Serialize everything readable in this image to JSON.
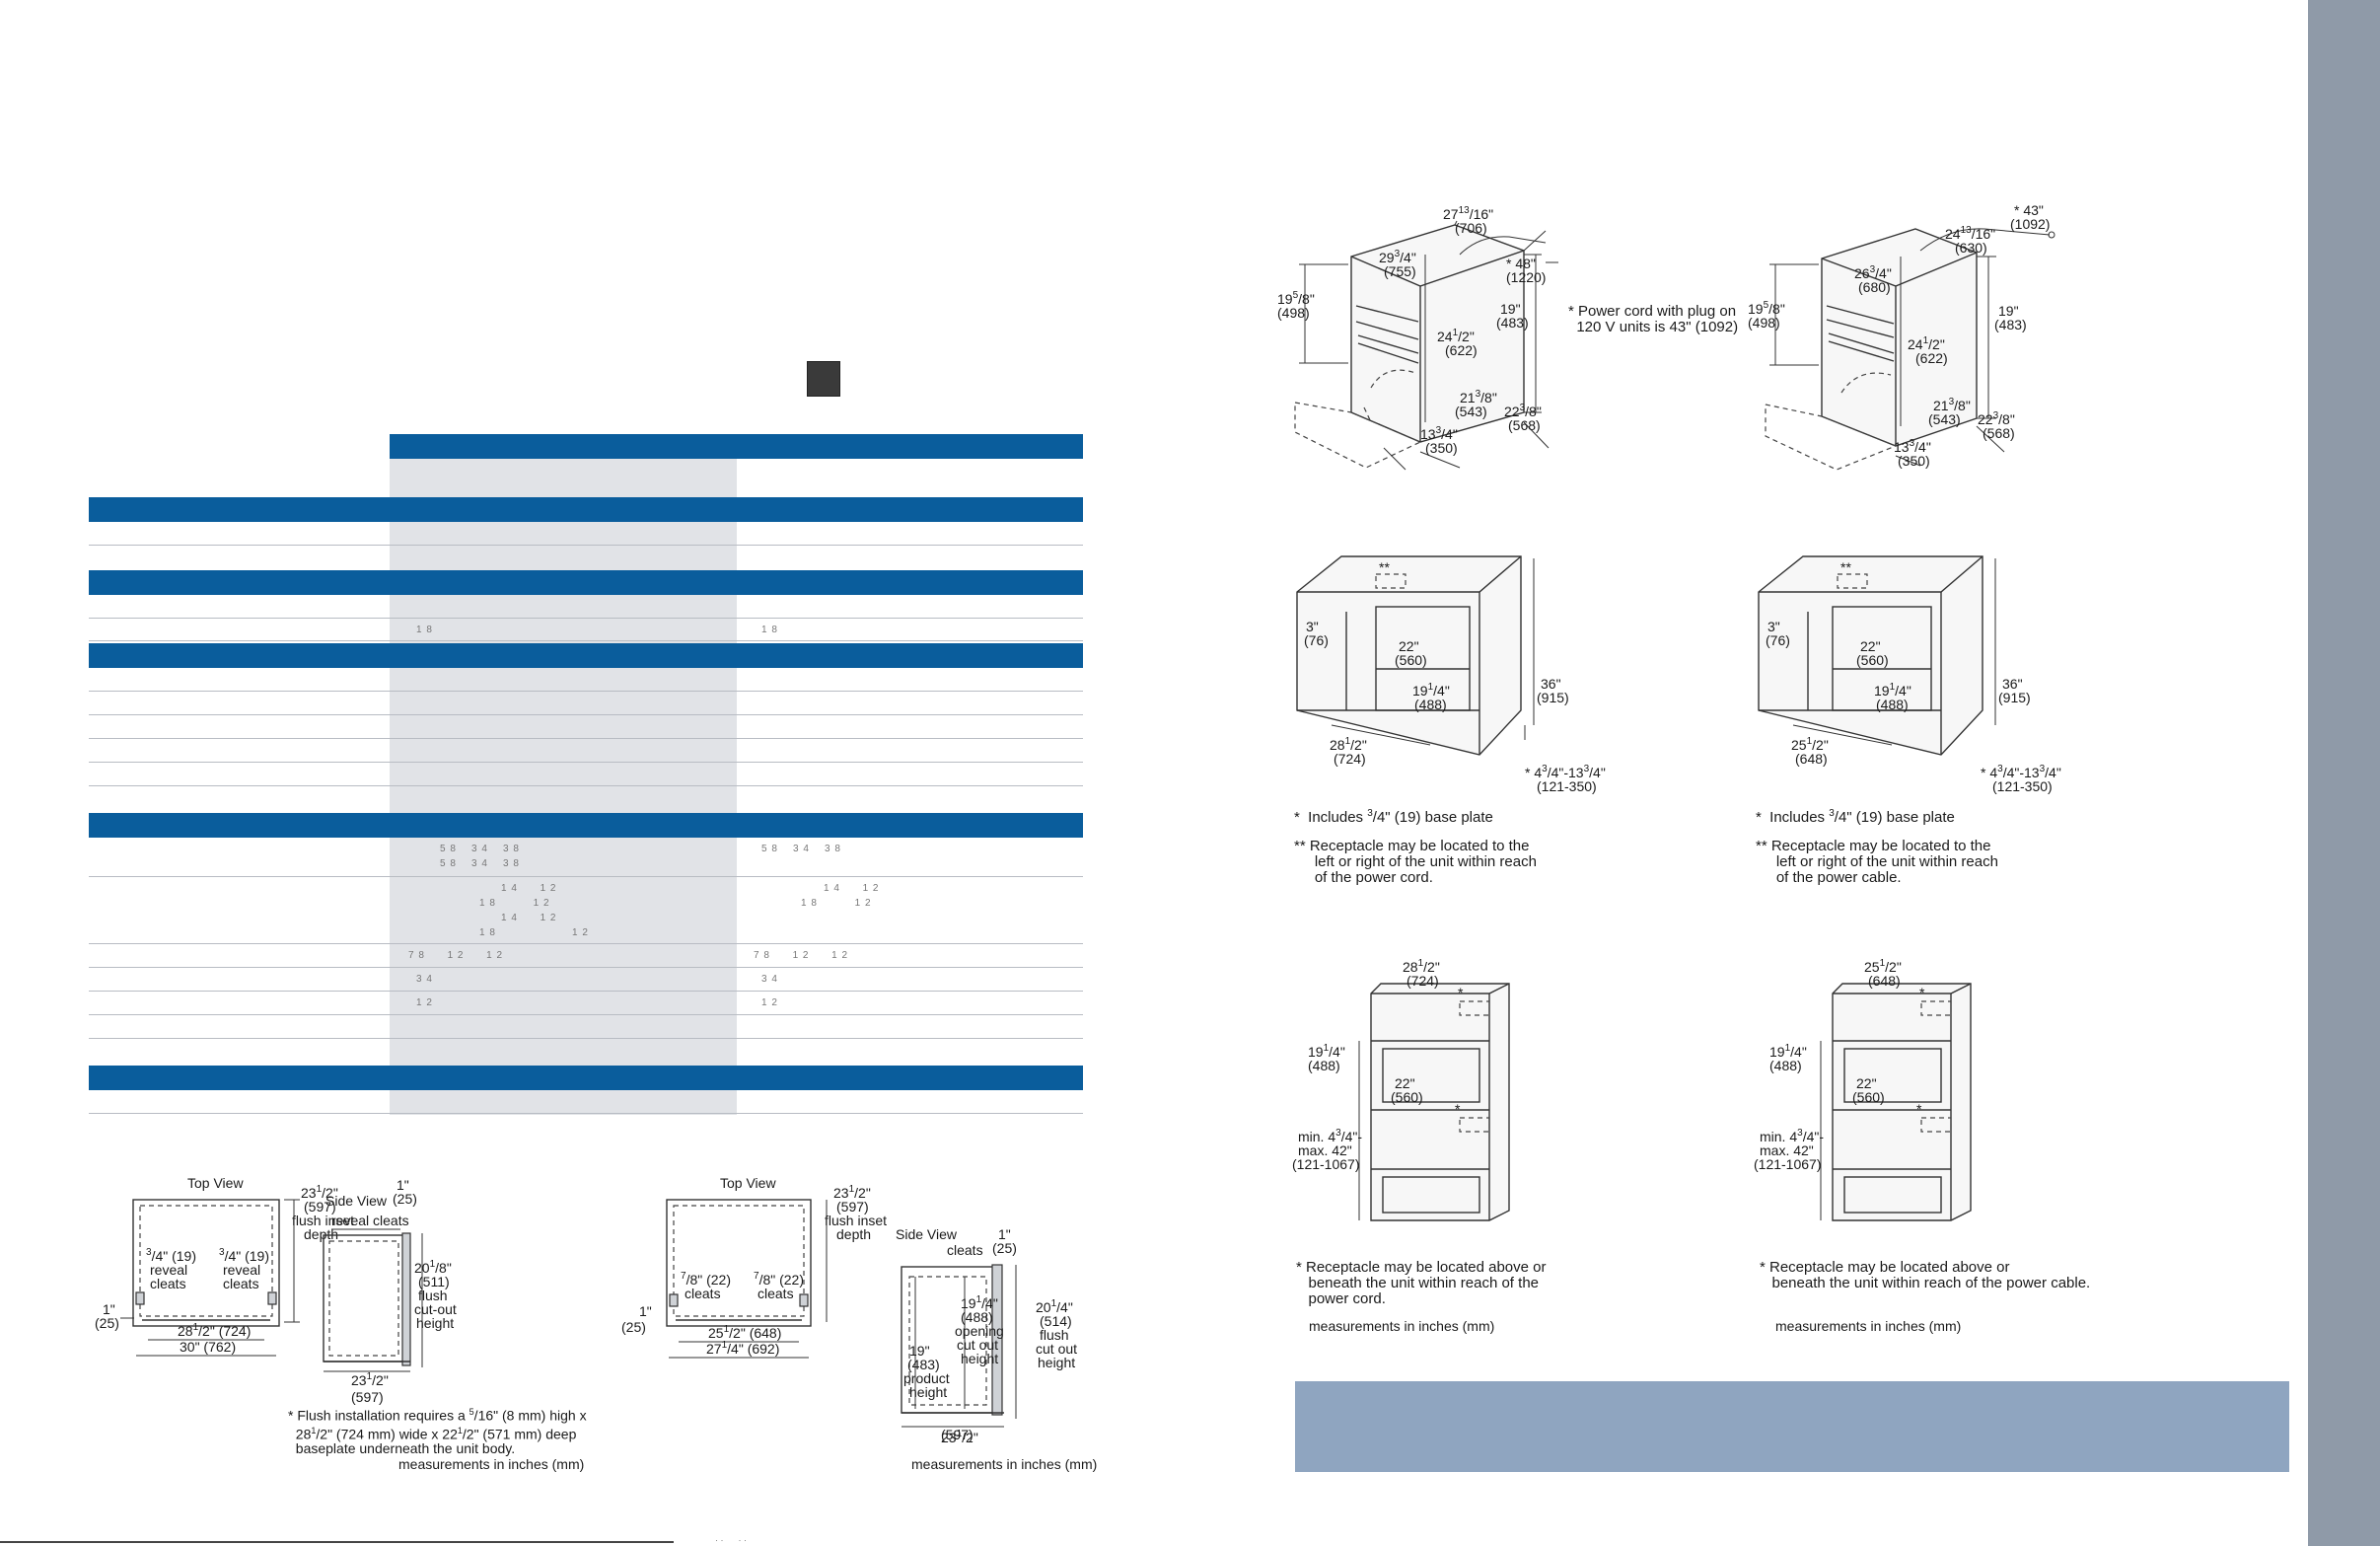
{
  "spec_table": {
    "fractions": [
      "1 8",
      "1 8",
      "5 8    3 4    3 8",
      "5 8    3 4    3 8",
      "5 8    3 4    3 8",
      "1 4      1 2",
      "1 4      1 2",
      "1 8          1 2",
      "1 8          1 2",
      "1 4      1 2",
      "1 2",
      "1 8",
      "7 8      1 2      1 2",
      "7 8      1 2      1 2",
      "3 4",
      "3 4",
      "1 2",
      "1 2"
    ]
  },
  "top_left_dims": {
    "d1": "27",
    "d1s": "13",
    "d1d": "16",
    "d1mm": "(706)",
    "d2": "29",
    "d2s": "3",
    "d2d": "4",
    "d2mm": "(755)",
    "d3": "19",
    "d3s": "5",
    "d3d": "8",
    "d3mm": "(498)",
    "d4": "24",
    "d4s": "1",
    "d4d": "2",
    "d4mm": "(622)",
    "d5": "19\"",
    "d5mm": "(483)",
    "d6": "21",
    "d6s": "3",
    "d6d": "8",
    "d6mm": "(543)",
    "d7": "22",
    "d7s": "3",
    "d7d": "8",
    "d7mm": "(568)",
    "d8": "13",
    "d8s": "3",
    "d8d": "4",
    "d8mm": "(350)",
    "cord": "* 48\"",
    "cordmm": "(1220)",
    "cord_note": "* Power cord with plug on\n  120 V units is 43\" (1092)"
  },
  "top_right_dims": {
    "d1": "24",
    "d1s": "13",
    "d1d": "16",
    "d1mm": "(630)",
    "d2": "26",
    "d2s": "3",
    "d2d": "4",
    "d2mm": "(680)",
    "d3": "19",
    "d3s": "5",
    "d3d": "8",
    "d3mm": "(498)",
    "d4": "24",
    "d4s": "1",
    "d4d": "2",
    "d4mm": "(622)",
    "d5": "19\"",
    "d5mm": "(483)",
    "d6": "21",
    "d6s": "3",
    "d6d": "8",
    "d6mm": "(543)",
    "d7": "22",
    "d7s": "3",
    "d7d": "8",
    "d7mm": "(568)",
    "d8": "13",
    "d8s": "3",
    "d8d": "4",
    "d8mm": "(350)",
    "cord": "* 43\"",
    "cordmm": "(1092)"
  },
  "mid_left_dims": {
    "a": "3\"",
    "amm": "(76)",
    "b": "22\"",
    "bmm": "(560)",
    "c": "19",
    "cs": "1",
    "cd": "4",
    "cmm": "(488)",
    "d": "36\"",
    "dmm": "(915)",
    "e": "28",
    "es": "1",
    "ed": "2",
    "emm": "(724)",
    "f": "* 4",
    "fs": "3",
    "fd": "4",
    "f2": "\"-13",
    "f2s": "3",
    "f2d": "4",
    "f3": "\"",
    "fmm": "(121-350)",
    "stars": "**"
  },
  "mid_right_dims": {
    "a": "3\"",
    "amm": "(76)",
    "b": "22\"",
    "bmm": "(560)",
    "c": "19",
    "cs": "1",
    "cd": "4",
    "cmm": "(488)",
    "d": "36\"",
    "dmm": "(915)",
    "e": "25",
    "es": "1",
    "ed": "2",
    "emm": "(648)",
    "f": "* 4",
    "fs": "3",
    "fd": "4",
    "f2": "\"-13",
    "f2s": "3",
    "f2d": "4",
    "f3": "\"",
    "fmm": "(121-350)",
    "stars": "**"
  },
  "mid_left_notes": {
    "n1a": "*  Includes ",
    "n1s": "3",
    "n1d": "4",
    "n1b": "\" (19) base plate",
    "n2": "** Receptacle may be located to the\n     left or right of the unit within reach\n     of the power cord."
  },
  "mid_right_notes": {
    "n1a": "*  Includes ",
    "n1s": "3",
    "n1d": "4",
    "n1b": "\" (19) base plate",
    "n2": "** Receptacle may be located to the\n     left or right of the unit within reach\n     of the power cable."
  },
  "low_left_dims": {
    "w": "28",
    "ws": "1",
    "wd": "2",
    "wmm": "(724)",
    "h1": "19",
    "h1s": "1",
    "h1d": "4",
    "h1mm": "(488)",
    "h2": "22\"",
    "h2mm": "(560)",
    "m1": "min. 4",
    "m1s": "3",
    "m1d": "4",
    "m1b": "\"-",
    "m2": "max. 42\"",
    "mmm": "(121-1067)",
    "star": "*"
  },
  "low_right_dims": {
    "w": "25",
    "ws": "1",
    "wd": "2",
    "wmm": "(648)",
    "h1": "19",
    "h1s": "1",
    "h1d": "4",
    "h1mm": "(488)",
    "h2": "22\"",
    "h2mm": "(560)",
    "m1": "min. 4",
    "m1s": "3",
    "m1d": "4",
    "m1b": "\"-",
    "m2": "max. 42\"",
    "mmm": "(121-1067)",
    "star": "*"
  },
  "low_left_notes": {
    "n1": "* Receptacle may be located above or\n   beneath the unit within reach of the\n   power cord.",
    "meas": "measurements in inches (mm)"
  },
  "low_right_notes": {
    "n1": "* Receptacle may be located above or\n   beneath the unit within reach of the power cable.",
    "meas": "measurements in inches (mm)"
  },
  "flush_left": {
    "top_view": "Top View",
    "side_view": "Side View",
    "depth": "23",
    "depths": "1",
    "depthd": "2",
    "depthmm": "(597)",
    "depthl1": "flush inset",
    "depthl2": "depth",
    "cl": "/4\" (19)",
    "cls": "3",
    "cl2": "reveal",
    "cl3": "cleats",
    "cr": "/4\" (19)",
    "crs": "3",
    "cr2": "reveal",
    "cr3": "cleats",
    "one": "1\"",
    "onemm": "(25)",
    "inner": "28",
    "inners": "1",
    "innerd": "2",
    "innerb": "\" (724)",
    "outer": "30\" (762)",
    "side_one": "1\"",
    "side_onemm": "(25)",
    "reveal": "reveal cleats",
    "h": "20",
    "hs": "1",
    "hd": "8",
    "hmm": "(511)",
    "hl1": "flush",
    "hl2": "cut-out",
    "hl3": "height",
    "bot": "23",
    "bots": "1",
    "botd": "2",
    "botmm": "(597)",
    "note_a": "* Flush installation requires a ",
    "note_s1": "5",
    "note_d1": "16",
    "note_b": "\" (8 mm) high x",
    "note_c": "28",
    "note_s2": "1",
    "note_d2": "2",
    "note_d": "\" (724 mm) wide x 22",
    "note_s3": "1",
    "note_d3": "2",
    "note_e": "\" (571 mm) deep",
    "note_f": "baseplate underneath the unit body.",
    "meas": "measurements in inches (mm)"
  },
  "flush_right": {
    "top_view": "Top View",
    "side_view": "Side View",
    "depth": "23",
    "depths": "1",
    "depthd": "2",
    "depthmm": "(597)",
    "depthl1": "flush inset",
    "depthl2": "depth",
    "cl": "/8\" (22)",
    "cls": "7",
    "cl2": "cleats",
    "cr": "/8\" (22)",
    "crs": "7",
    "cr2": "cleats",
    "one": "1\"",
    "onemm": "(25)",
    "inner": "25",
    "inners": "1",
    "innerd": "2",
    "innerb": "\" (648)",
    "outer": "27",
    "outers": "1",
    "outerd": "4",
    "outerb": "\" (692)",
    "cleats": "cleats",
    "side_one": "1\"",
    "side_onemm": "(25)",
    "open": "19",
    "opens": "1",
    "opend": "4",
    "openmm": "(488)",
    "openl1": "opening",
    "openl2": "cut out",
    "openl3": "height",
    "prod": "19\"",
    "prodmm": "(483)",
    "prodl1": "product",
    "prodl2": "height",
    "h": "20",
    "hs": "1",
    "hd": "4",
    "hmm": "(514)",
    "hl1": "flush",
    "hl2": "cut out",
    "hl3": "height",
    "bot": "23",
    "bots": "1",
    "botd": "2",
    "botmm": "(597)",
    "meas": "measurements in inches (mm)"
  },
  "footer": {
    "mark": "· ·      · ·"
  },
  "colors": {
    "blue_bar": "#0a5d9c",
    "sidebar": "#8f9aa8",
    "column_shade": "#e1e3e7",
    "grey_box": "#8fa5c0"
  }
}
